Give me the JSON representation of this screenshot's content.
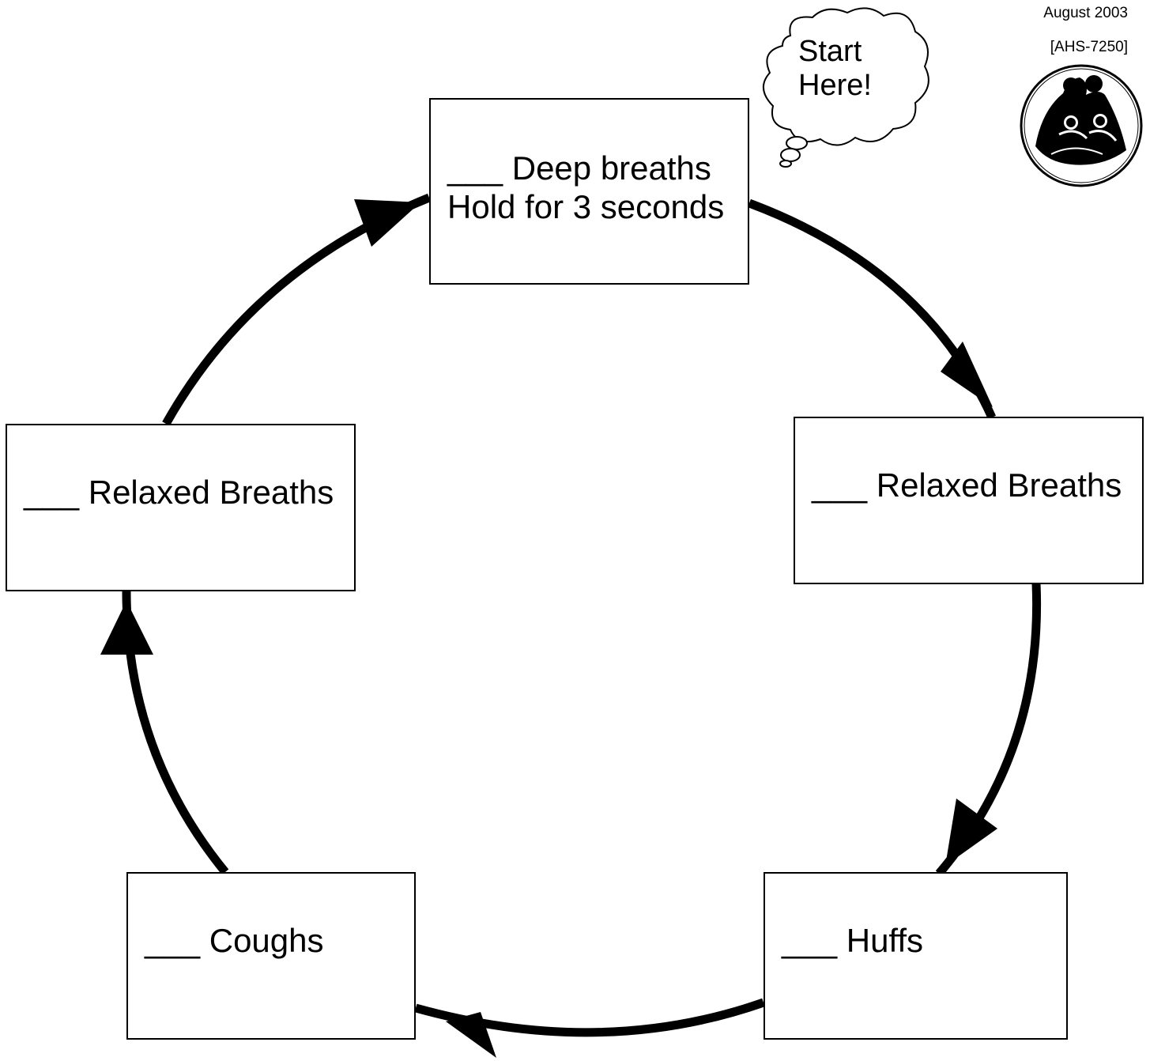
{
  "header": {
    "date": "August 2003",
    "doc_code": "[AHS-7250]",
    "logo": "family-group-logo-icon"
  },
  "thought_bubble": {
    "line1": "Start",
    "line2": "Here!"
  },
  "steps": [
    {
      "id": "deep-breaths",
      "line1": "___ Deep breaths",
      "line2": "Hold for 3 seconds"
    },
    {
      "id": "relaxed-breaths-right",
      "line1": "___ Relaxed Breaths"
    },
    {
      "id": "huffs",
      "line1": "___ Huffs"
    },
    {
      "id": "coughs",
      "line1": "___ Coughs"
    },
    {
      "id": "relaxed-breaths-left",
      "line1": "___ Relaxed Breaths"
    }
  ],
  "colors": {
    "ink": "#000000",
    "paper": "#ffffff"
  }
}
